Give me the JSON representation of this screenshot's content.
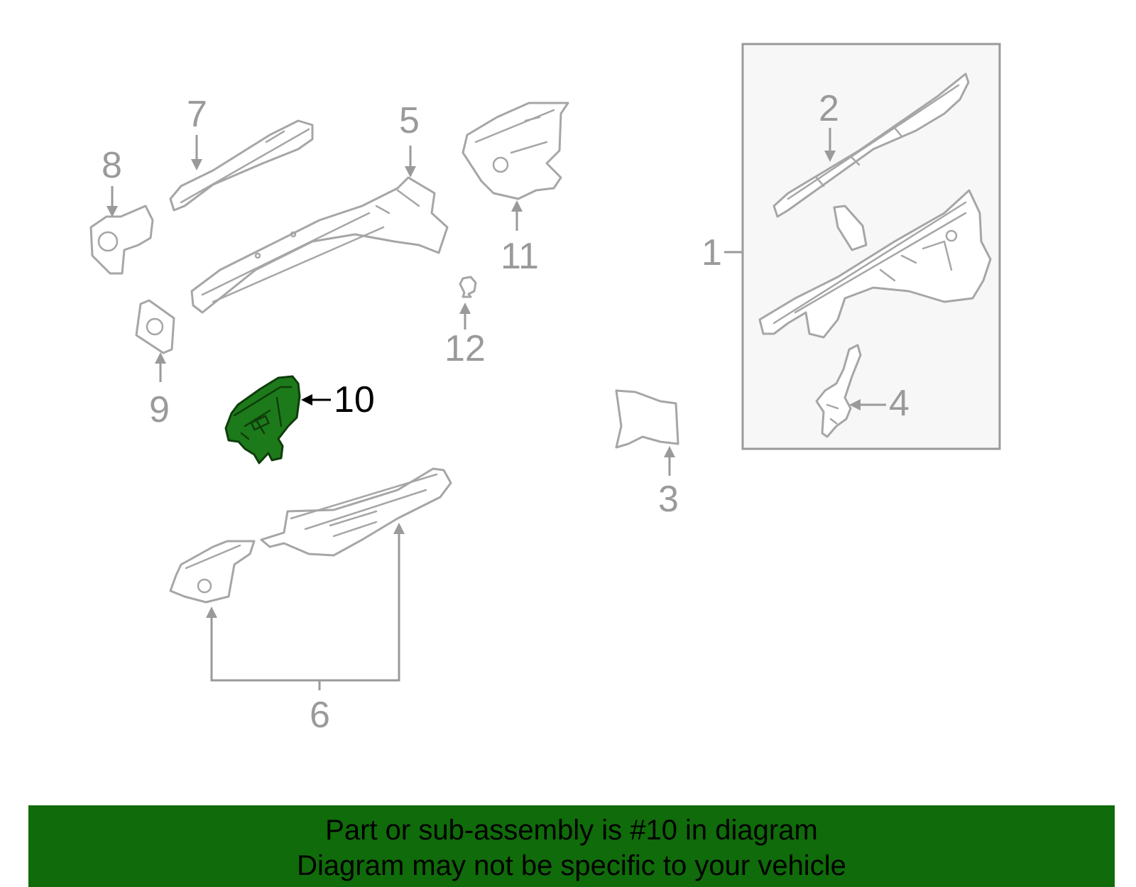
{
  "diagram": {
    "callouts": {
      "c1": "1",
      "c2": "2",
      "c3": "3",
      "c4": "4",
      "c5": "5",
      "c6": "6",
      "c7": "7",
      "c8": "8",
      "c9": "9",
      "c10": "10",
      "c11": "11",
      "c12": "12"
    },
    "highlight_part": "10",
    "colors": {
      "line_gray": "#9a9a9a",
      "highlight_green": "#1d7a1a",
      "banner_green": "#106b0a",
      "inset_box_fill": "#f7f7f7"
    }
  },
  "banner": {
    "line1": "Part or sub-assembly is #10 in diagram",
    "line2": "Diagram may not be specific to your vehicle"
  }
}
